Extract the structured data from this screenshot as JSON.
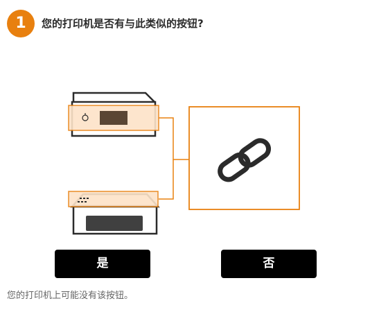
{
  "step": {
    "number": "1"
  },
  "question": "您的打印机是否有与此类似的按钮?",
  "buttons": {
    "yes_label": "是",
    "no_label": "否"
  },
  "note": "您的打印机上可能没有该按钮。",
  "colors": {
    "accent": "#e8800f",
    "highlight_fill": "#fde3c8",
    "button_bg": "#000000",
    "button_text": "#ffffff"
  },
  "icons": {
    "button_symbol": "link-icon"
  }
}
